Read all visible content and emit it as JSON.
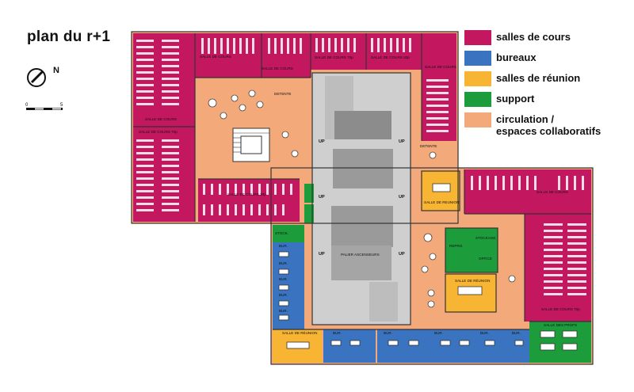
{
  "title": "plan du r+1",
  "compass": {
    "north": "N"
  },
  "scale": {
    "start": "0",
    "end": "5"
  },
  "colors": {
    "classroom": "#c3185f",
    "office": "#3a73c0",
    "meeting": "#f7b533",
    "support": "#1d9c3c",
    "circulation": "#f4a97b",
    "core": "#cfcfcf"
  },
  "legend": [
    {
      "label": "salles de cours",
      "color": "#c3185f"
    },
    {
      "label": "bureaux",
      "color": "#3a73c0"
    },
    {
      "label": "salles de réunion",
      "color": "#f7b533"
    },
    {
      "label": "support",
      "color": "#1d9c3c"
    },
    {
      "label": "circulation / espaces collaboratifs",
      "label_line1": "circulation /",
      "label_line2": "espaces collaboratifs",
      "color": "#f4a97b"
    }
  ],
  "rooms": {
    "sdc_1": "SALLE DE COURS",
    "sdc_2": "SALLE DE COURS 70p",
    "sdc_3": "SALLE DE COURS",
    "sdc_4": "SALLE DE COURS 20p",
    "sdc_5": "SALLE DE COURS 70p",
    "sdc_6": "SALLE DE COURS 70p",
    "sdc_7": "SALLE DE COURS",
    "sdc_left": "SALLE DE COURS 70p",
    "sdc_left_mid": "SALLE DE COURS",
    "sdc_bottom_mid": "SALLE DE COURS 30p",
    "sdc_right_top": "SALLE DE COURS",
    "sdc_right_bottom": "SALLE DE COURS 70p",
    "detente_1": "DETENTE",
    "detente_2": "DETENTE",
    "reunion_1": "SALLE DE REUNION",
    "reunion_2": "SALLE DE RÉUNION",
    "reunion_3": "SALLE DE RÉUNION",
    "stockage": "STOCKAGE",
    "office": "OFFICE",
    "repro": "REPRO.",
    "stock": "STOCK.",
    "salle_des_profs": "SALLE DES PROFS",
    "palier": "PALIER ASCENSEURS",
    "bur": "BUR.",
    "up": "UP"
  }
}
